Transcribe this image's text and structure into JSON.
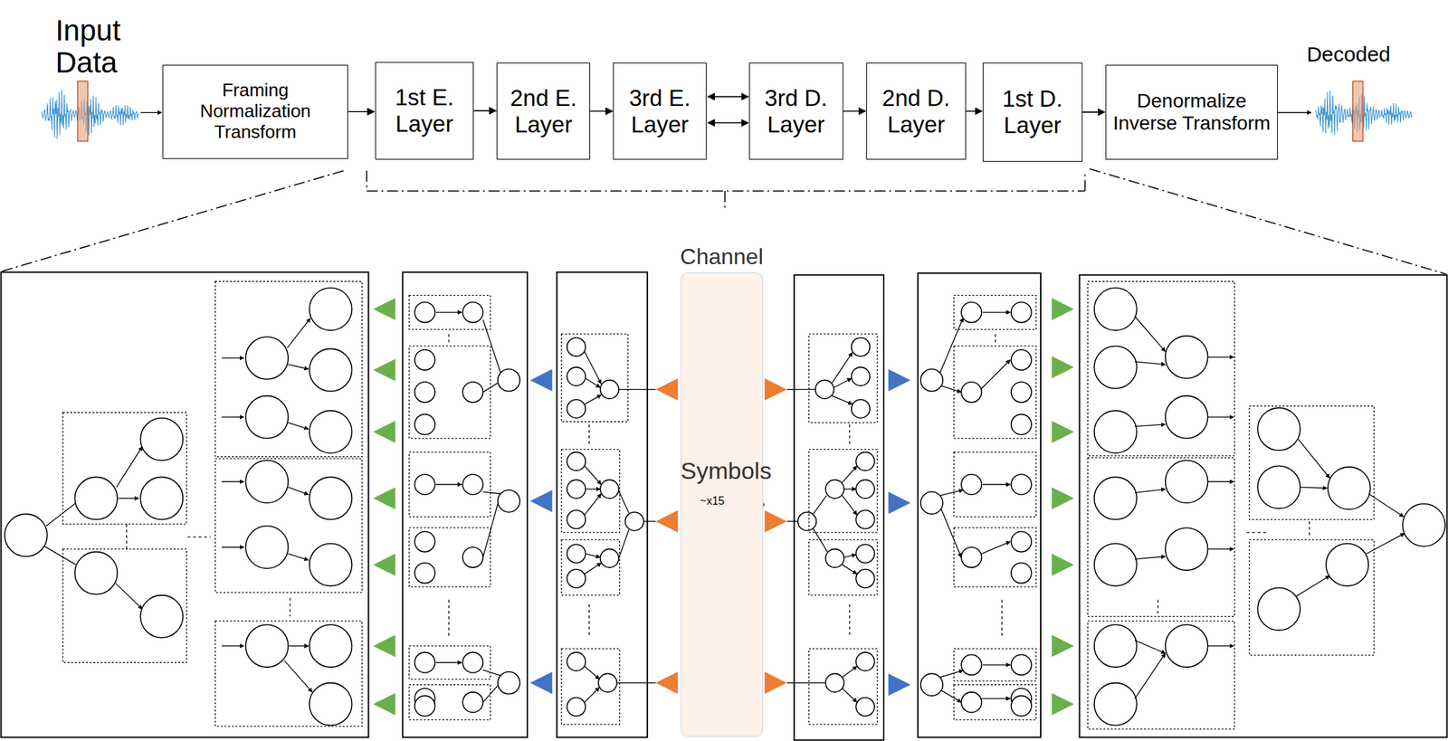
{
  "diagram": {
    "nodes": [
      {
        "text": [
          "Framing Normalization Transform"
        ]
      },
      {
        "text": [
          "1st E. Layer"
        ]
      },
      {
        "text": [
          "2nd E. Layer"
        ]
      },
      {
        "text": [
          "3rd E. Layer"
        ]
      },
      {
        "text": [
          "3rd D. Layer"
        ]
      },
      {
        "text": [
          "2nd D. Layer"
        ]
      },
      {
        "text": [
          "1st D. Layer"
        ]
      },
      {
        "text": [
          "Denormalize Inverse Transform"
        ]
      },
      {
        "text": [
          "Channel"
        ]
      }
    ],
    "edges": [
      {
        "from": 0,
        "to": 1,
        "arrow": "to"
      },
      {
        "from": 1,
        "to": 2,
        "arrow": "to"
      },
      {
        "from": 2,
        "to": 3,
        "arrow": "to"
      },
      {
        "from": 3,
        "to": 4,
        "arrow": "both"
      },
      {
        "from": 3,
        "to": 4,
        "arrow": "both"
      },
      {
        "from": 4,
        "to": 5,
        "arrow": "to"
      },
      {
        "from": 5,
        "to": 6,
        "arrow": "to"
      },
      {
        "from": 6,
        "to": 7,
        "arrow": "to"
      }
    ],
    "labels": [
      "Input Data",
      "Decoded",
      "Symbols",
      "~x15"
    ]
  }
}
